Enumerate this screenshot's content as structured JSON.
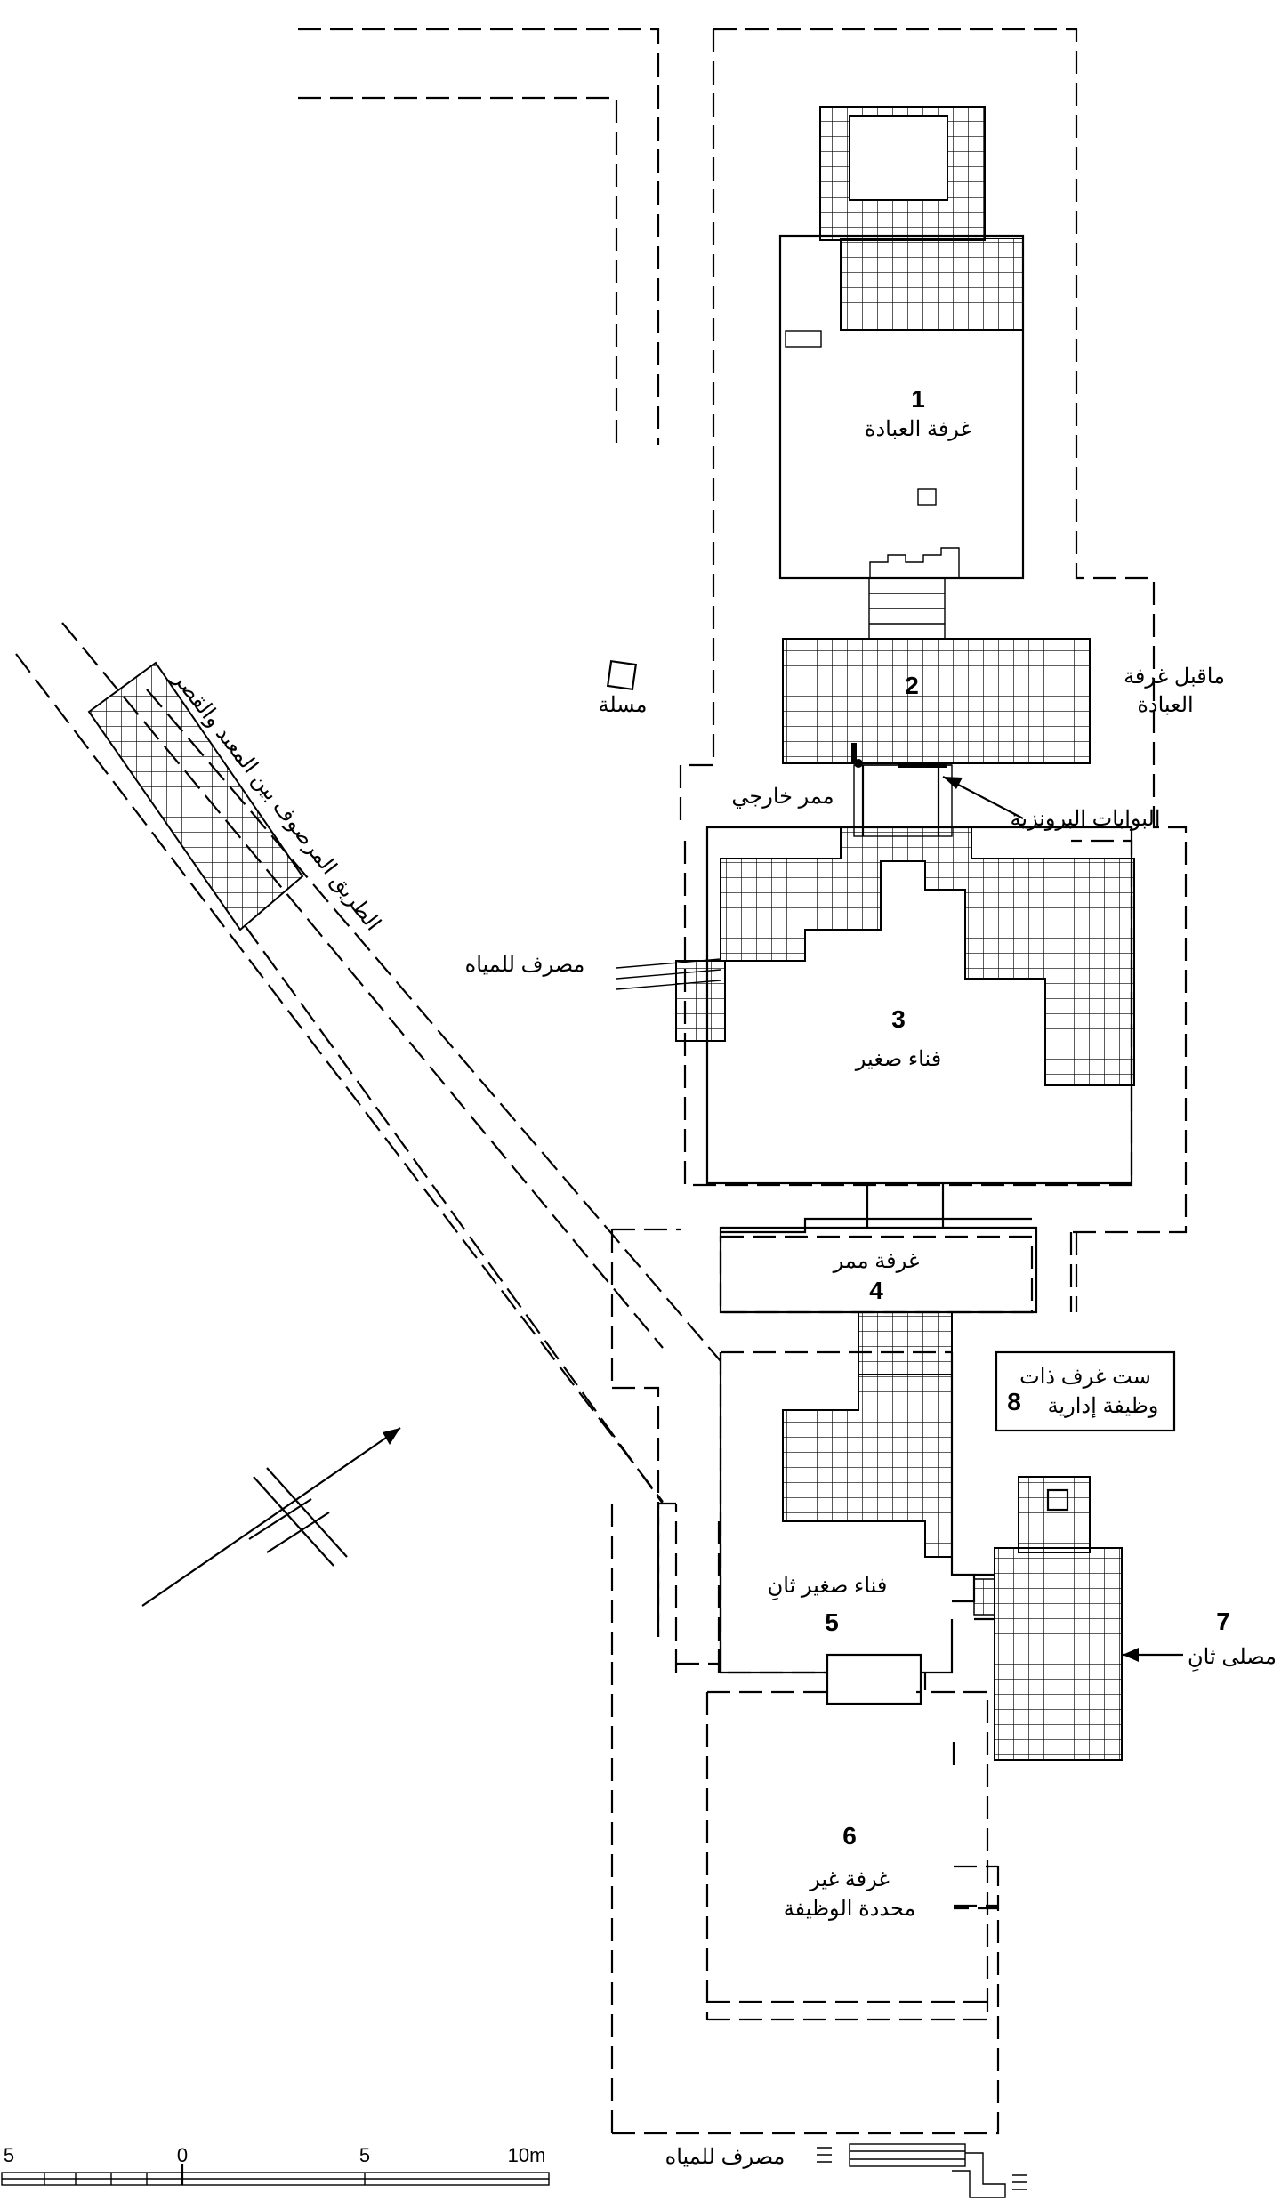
{
  "rooms": {
    "r1": {
      "num": "1",
      "name": "غرفة العبادة"
    },
    "r2": {
      "num": "2",
      "name_l1": "ماقبل غرفة",
      "name_l2": "العبادة"
    },
    "r3": {
      "num": "3",
      "name": "فناء صغير"
    },
    "r4": {
      "num": "4",
      "name": "غرفة ممر"
    },
    "r5": {
      "num": "5",
      "name": "فناء صغير ثانِ"
    },
    "r6": {
      "num": "6",
      "name_l1": "غرفة غير",
      "name_l2": "محددة الوظيفة"
    },
    "r7": {
      "num": "7",
      "name": "مصلى ثانِ"
    },
    "r8": {
      "num": "8",
      "name_l1": "ست غرف ذات",
      "name_l2": "وظيفة إدارية"
    }
  },
  "labels": {
    "obelisk": "مسلة",
    "outer_passage": "ممر خارجي",
    "bronze_gates": "البوابات البرونزية",
    "water_drain": "مصرف للمياه",
    "paved_road": "الطريق المرصوف بين المعبد والقصر"
  },
  "scale": {
    "ticks": [
      "5",
      "0",
      "5",
      "10m"
    ]
  },
  "legend": {
    "label": "مصرف للمياه"
  },
  "colors": {
    "ink": "#000000",
    "paper": "#ffffff"
  }
}
